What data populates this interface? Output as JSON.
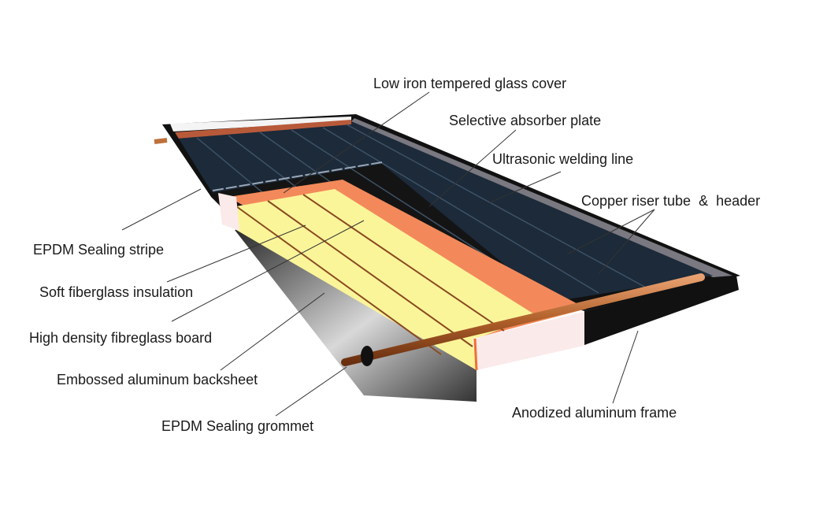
{
  "title": "Flat plate solar collector cross-section",
  "labels": {
    "glass_cover": "Low iron tempered glass cover",
    "absorber": "Selective absorber plate",
    "welding": "Ultrasonic welding line",
    "copper": "Copper riser tube  &  header",
    "epdm_stripe": "EPDM Sealing stripe",
    "soft_insulation": "Soft fiberglass insulation",
    "hd_board": "High density fibreglass board",
    "backsheet": "Embossed aluminum backsheet",
    "grommet": "EPDM Sealing grommet",
    "frame": "Anodized aluminum frame"
  },
  "colors": {
    "glass": "#1c2a3a",
    "absorber": "#141414",
    "insulation": "#fbf59a",
    "copper": "#f0905c",
    "frame": "#111111",
    "epdm": "#fbeaea"
  }
}
